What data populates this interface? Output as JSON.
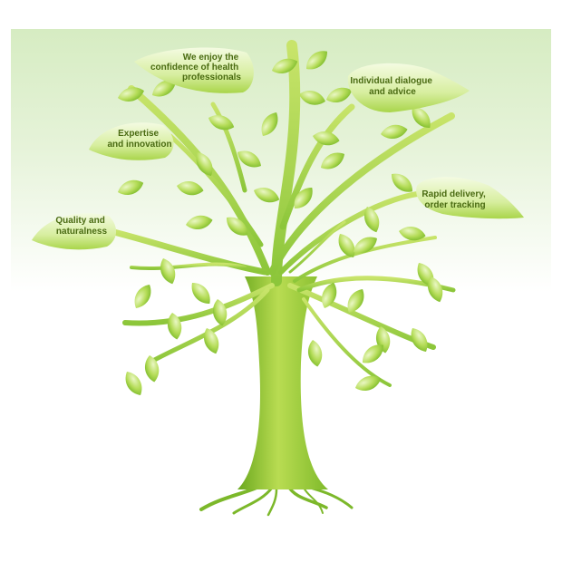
{
  "callouts": [
    {
      "id": "quality",
      "lines": [
        "Quality and",
        "naturalness"
      ]
    },
    {
      "id": "expertise",
      "lines": [
        "Expertise",
        "and innovation"
      ]
    },
    {
      "id": "confidence",
      "lines": [
        "We enjoy the",
        "confidence of health",
        "professionals"
      ]
    },
    {
      "id": "dialogue",
      "lines": [
        "Individual dialogue",
        "and advice"
      ]
    },
    {
      "id": "delivery",
      "lines": [
        "Rapid delivery,",
        "order tracking"
      ]
    }
  ],
  "colors": {
    "trunk_light": "#b5d94a",
    "trunk_dark": "#6aa81e",
    "leaf_light": "#d9ef9a",
    "leaf_dark": "#7cbf2a",
    "text": "#4a6b12"
  }
}
